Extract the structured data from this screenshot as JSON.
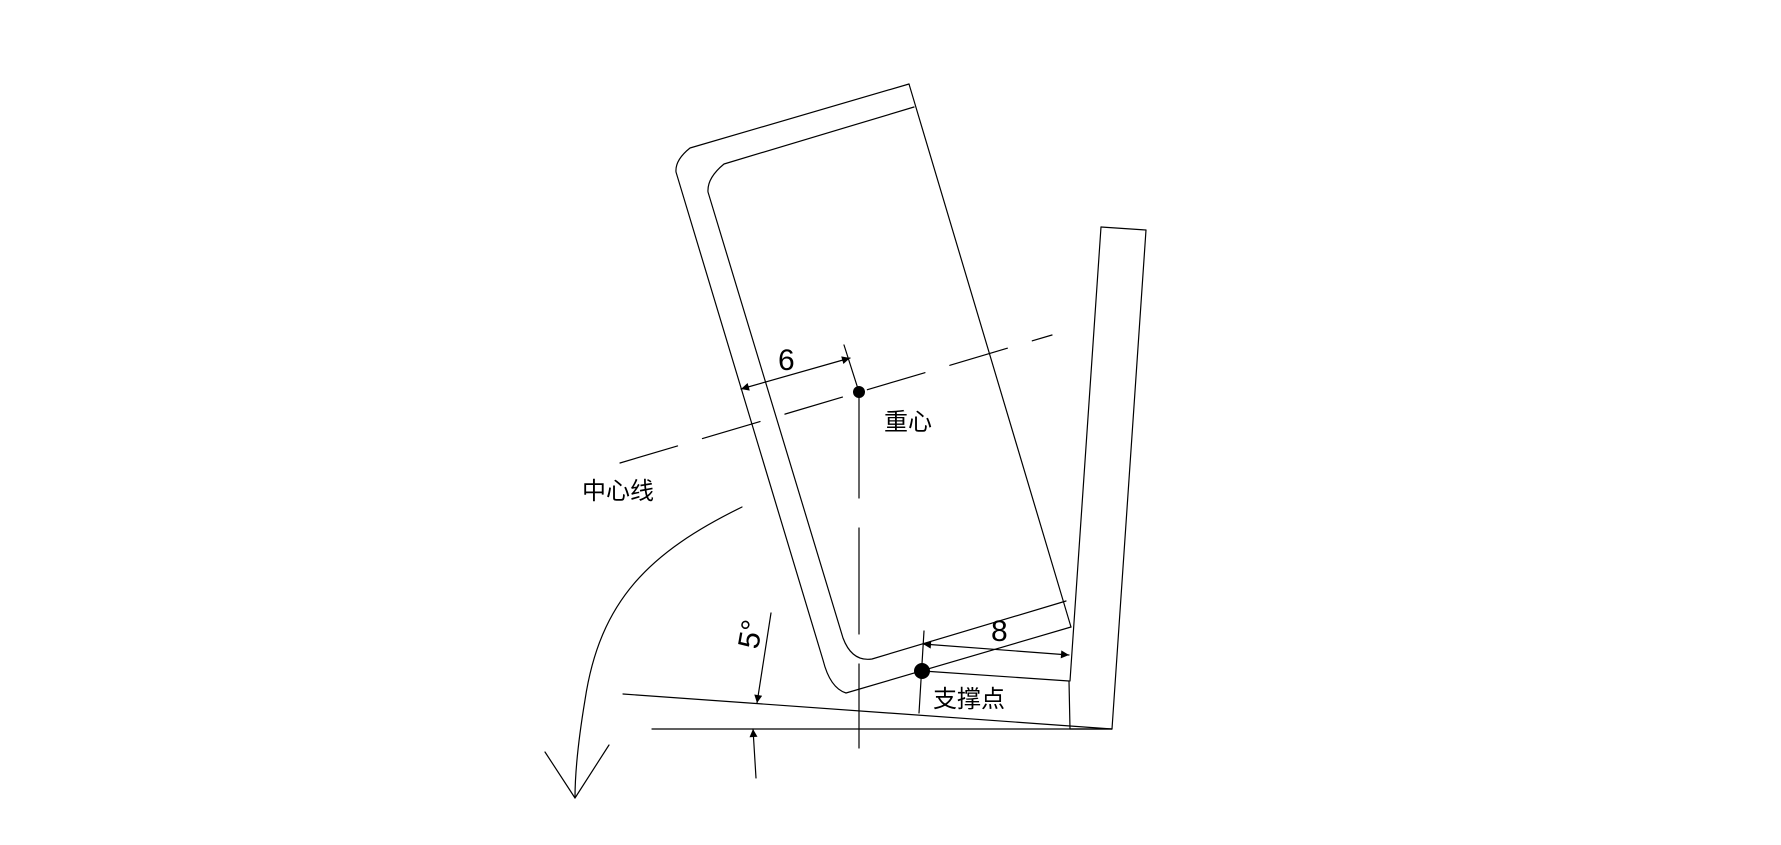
{
  "labels": {
    "center_of_gravity": "重心",
    "center_line": "中心线",
    "support_point": "支撑点"
  },
  "dimensions": {
    "left_offset": "6",
    "bottom_offset": "8",
    "tilt_angle": "5°"
  }
}
